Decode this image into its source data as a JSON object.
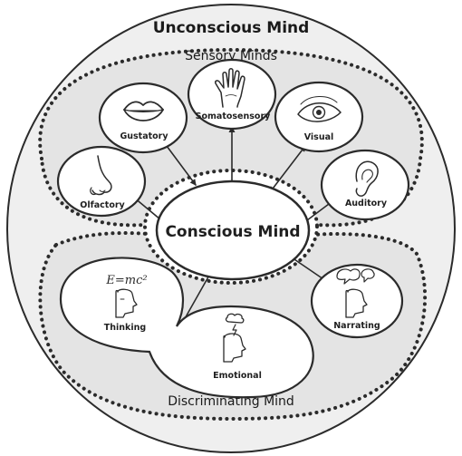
{
  "diagram": {
    "outer_label": "Unconscious Mind",
    "sensory_region_label": "Sensory Minds",
    "discriminating_region_label": "Discriminating Mind",
    "center_label": "Conscious Mind",
    "sensory_nodes": {
      "gustatory": "Gustatory",
      "somatosensory": "Somatosensory",
      "visual": "Visual",
      "olfactory": "Olfactory",
      "auditory": "Auditory"
    },
    "discriminating_nodes": {
      "thinking": "Thinking",
      "emotional": "Emotional",
      "narrating": "Narrating"
    },
    "formula": "E=mc²",
    "icons": {
      "gustatory": "lips-icon",
      "somatosensory": "hand-icon",
      "visual": "eye-icon",
      "olfactory": "nose-icon",
      "auditory": "ear-icon",
      "thinking": "head-formula-icon",
      "emotional": "head-storm-icon",
      "narrating": "head-speech-icon"
    },
    "colors": {
      "ink": "#2b2b2b",
      "background": "#ffffff",
      "outer_fill": "#efefef",
      "region_fill": "#e4e4e4",
      "node_fill": "#ffffff"
    }
  }
}
